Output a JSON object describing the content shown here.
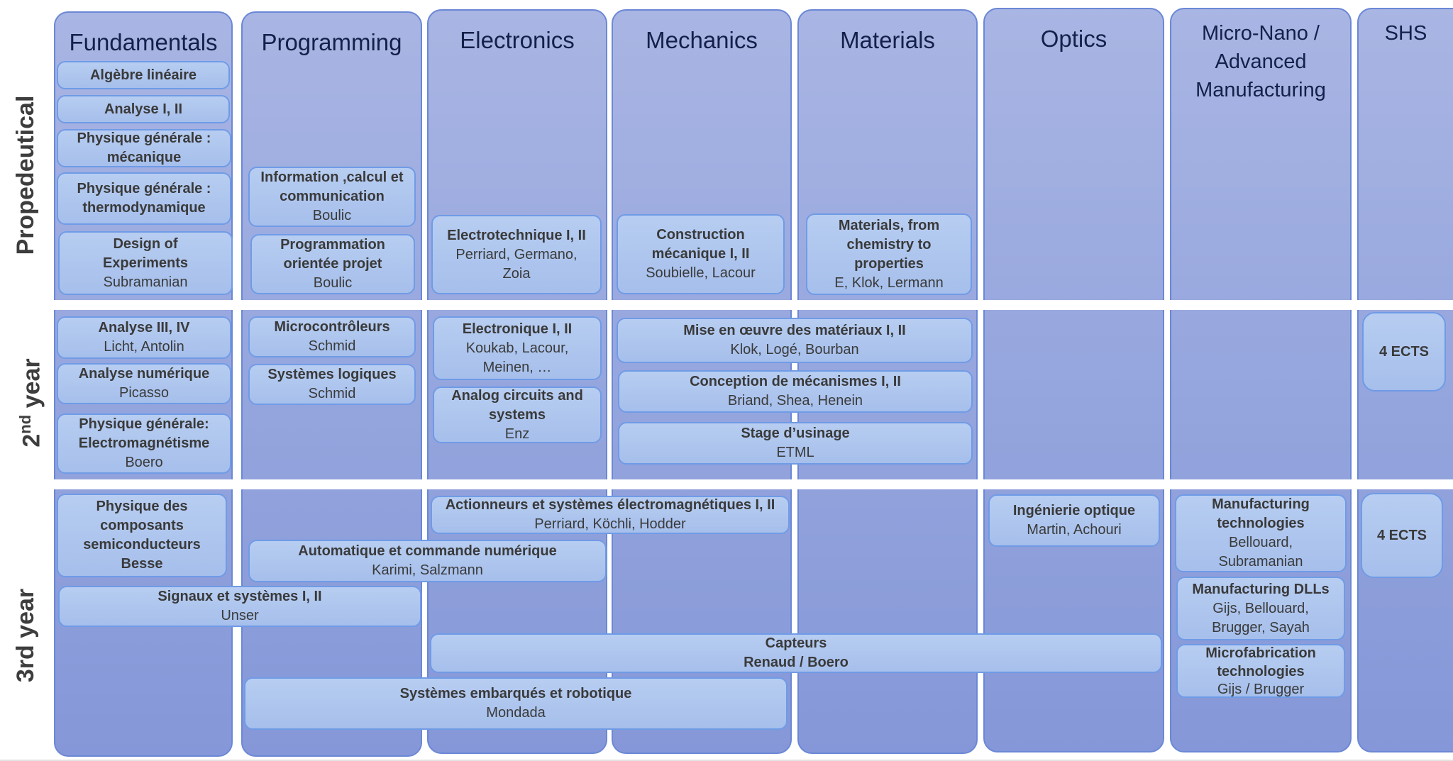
{
  "columns": [
    "Fundamentals",
    "Programming",
    "Electronics",
    "Mechanics",
    "Materials",
    "Optics",
    "Micro-Nano /\nAdvanced\nManufacturing",
    "SHS"
  ],
  "rows": {
    "propedeutical": "Propedeutical",
    "second_year_num": "2",
    "second_year_sup": "nd",
    "second_year_rest": " year",
    "third_year": "3rd year"
  },
  "courses": {
    "algebre": {
      "title": "Algèbre linéaire"
    },
    "analyse12": {
      "title": "Analyse I, II"
    },
    "phys_meca": {
      "title": "Physique générale : mécanique"
    },
    "phys_thermo": {
      "title": "Physique générale : thermodynamique"
    },
    "doe": {
      "title": "Design of Experiments",
      "prof": "Subramanian"
    },
    "info_calc": {
      "title": "Information ,calcul et communication",
      "prof": "Boulic"
    },
    "prog_obj": {
      "title": "Programmation orientée projet",
      "prof": "Boulic"
    },
    "electrotech": {
      "title": "Electrotechnique I, II",
      "prof": "Perriard, Germano, Zoia"
    },
    "constr_meca": {
      "title": "Construction mécanique I, II",
      "prof": "Soubielle, Lacour"
    },
    "materials": {
      "title": "Materials, from chemistry to properties",
      "prof": "E, Klok, Lermann"
    },
    "analyse34": {
      "title": "Analyse III, IV",
      "prof": "Licht, Antolin"
    },
    "analyse_num": {
      "title": "Analyse numérique",
      "prof": "Picasso"
    },
    "phys_em": {
      "title": "Physique générale: Electromagnétisme",
      "prof": "Boero"
    },
    "microctrl": {
      "title": "Microcontrôleurs",
      "prof": "Schmid"
    },
    "sys_log": {
      "title": "Systèmes logiques",
      "prof": "Schmid"
    },
    "electronique": {
      "title": "Electronique I, II",
      "prof": "Koukab, Lacour, Meinen, …"
    },
    "analog": {
      "title": "Analog circuits and systems",
      "prof": "Enz"
    },
    "mise_oeuvre": {
      "title": "Mise en œuvre des matériaux I, II",
      "prof": "Klok, Logé, Bourban"
    },
    "conception": {
      "title": "Conception de mécanismes I, II",
      "prof": "Briand, Shea, Henein"
    },
    "stage": {
      "title": "Stage d’usinage",
      "prof": "ETML"
    },
    "shs_2": {
      "title": "4 ECTS"
    },
    "phys_semi": {
      "title": "Physique des composants semiconducteurs",
      "prof": "Besse"
    },
    "actionneurs": {
      "title": "Actionneurs et systèmes électromagnétiques I, II",
      "prof": "Perriard, Köchli, Hodder"
    },
    "automatique": {
      "title": "Automatique et commande numérique",
      "prof": "Karimi, Salzmann"
    },
    "signaux": {
      "title": "Signaux et systèmes I, II",
      "prof": "Unser"
    },
    "capteurs": {
      "title": "Capteurs",
      "prof": "Renaud / Boero"
    },
    "sys_emb": {
      "title": "Systèmes embarqués et robotique",
      "prof": "Mondada"
    },
    "ing_opt": {
      "title": "Ingénierie optique",
      "prof": "Martin, Achouri"
    },
    "manuf_tech": {
      "title": "Manufacturing technologies",
      "prof": "Bellouard, Subramanian"
    },
    "manuf_dll": {
      "title": "Manufacturing DLLs",
      "prof": "Gijs, Bellouard, Brugger, Sayah"
    },
    "microfab": {
      "title": "Microfabrication technologies",
      "prof": "Gijs / Brugger"
    },
    "shs_3": {
      "title": "4 ECTS"
    }
  }
}
